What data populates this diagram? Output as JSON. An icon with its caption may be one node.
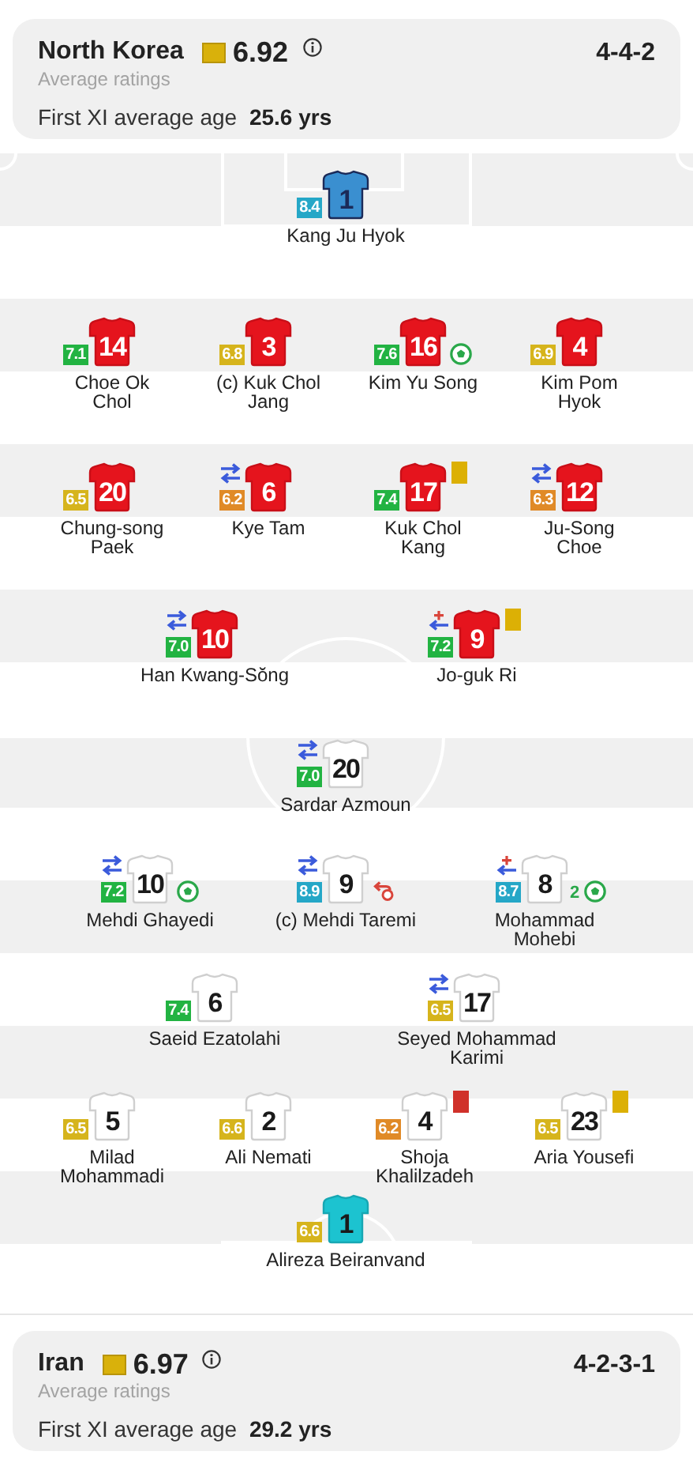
{
  "diagram": {
    "nodes": [
      {
        "text": [
          "North Korea",
          "6.92",
          "Average ratings",
          "4-4-2",
          "First XI average age **25.6 yrs**"
        ]
      },
      {
        "text": [
          "1"
        ],
        "beside": [
          "8.4",
          "Kang Ju Hyok"
        ]
      },
      {
        "text": [
          "14"
        ],
        "beside": [
          "7.1",
          "Choe Ok Chol"
        ]
      },
      {
        "text": [
          "3"
        ],
        "beside": [
          "6.8",
          "(c) Kuk Chol Jang"
        ]
      },
      {
        "text": [
          "16"
        ],
        "beside": [
          "7.6",
          "Kim Yu Song"
        ]
      },
      {
        "text": [
          "4"
        ],
        "beside": [
          "6.9",
          "Kim Pom Hyok"
        ]
      },
      {
        "text": [
          "20"
        ],
        "beside": [
          "6.5",
          "Chung-song Paek"
        ]
      },
      {
        "text": [
          "6"
        ],
        "beside": [
          "6.2",
          "Kye Tam"
        ]
      },
      {
        "text": [
          "17"
        ],
        "beside": [
          "7.4",
          "Kuk Chol Kang"
        ]
      },
      {
        "text": [
          "12"
        ],
        "beside": [
          "6.3",
          "Ju-Song Choe"
        ]
      },
      {
        "text": [
          "10"
        ],
        "beside": [
          "7.0",
          "Han Kwang-Sŏng"
        ]
      },
      {
        "text": [
          "9"
        ],
        "beside": [
          "7.2",
          "Jo-guk Ri"
        ]
      },
      {
        "text": [
          "20"
        ],
        "beside": [
          "7.0",
          "Sardar Azmoun"
        ]
      },
      {
        "text": [
          "10"
        ],
        "beside": [
          "7.2",
          "Mehdi Ghayedi"
        ]
      },
      {
        "text": [
          "9"
        ],
        "beside": [
          "8.9",
          "(c) Mehdi Taremi"
        ]
      },
      {
        "text": [
          "8"
        ],
        "beside": [
          "8.7",
          "Mohammad Mohebi",
          "2"
        ]
      },
      {
        "text": [
          "6"
        ],
        "beside": [
          "7.4",
          "Saeid Ezatolahi"
        ]
      },
      {
        "text": [
          "17"
        ],
        "beside": [
          "6.5",
          "Seyed Mohammad Karimi"
        ]
      },
      {
        "text": [
          "5"
        ],
        "beside": [
          "6.5",
          "Milad Mohammadi"
        ]
      },
      {
        "text": [
          "2"
        ],
        "beside": [
          "6.6",
          "Ali Nemati"
        ]
      },
      {
        "text": [
          "4"
        ],
        "beside": [
          "6.2",
          "Shoja Khalilzadeh"
        ]
      },
      {
        "text": [
          "23"
        ],
        "beside": [
          "6.5",
          "Aria Yousefi"
        ]
      },
      {
        "text": [
          "1"
        ],
        "beside": [
          "6.6",
          "Alireza Beiranvand"
        ]
      },
      {
        "text": [
          "Iran",
          "6.97",
          "Average ratings",
          "4-2-3-1",
          "First XI average age **29.2 yrs**"
        ]
      }
    ]
  }
}
